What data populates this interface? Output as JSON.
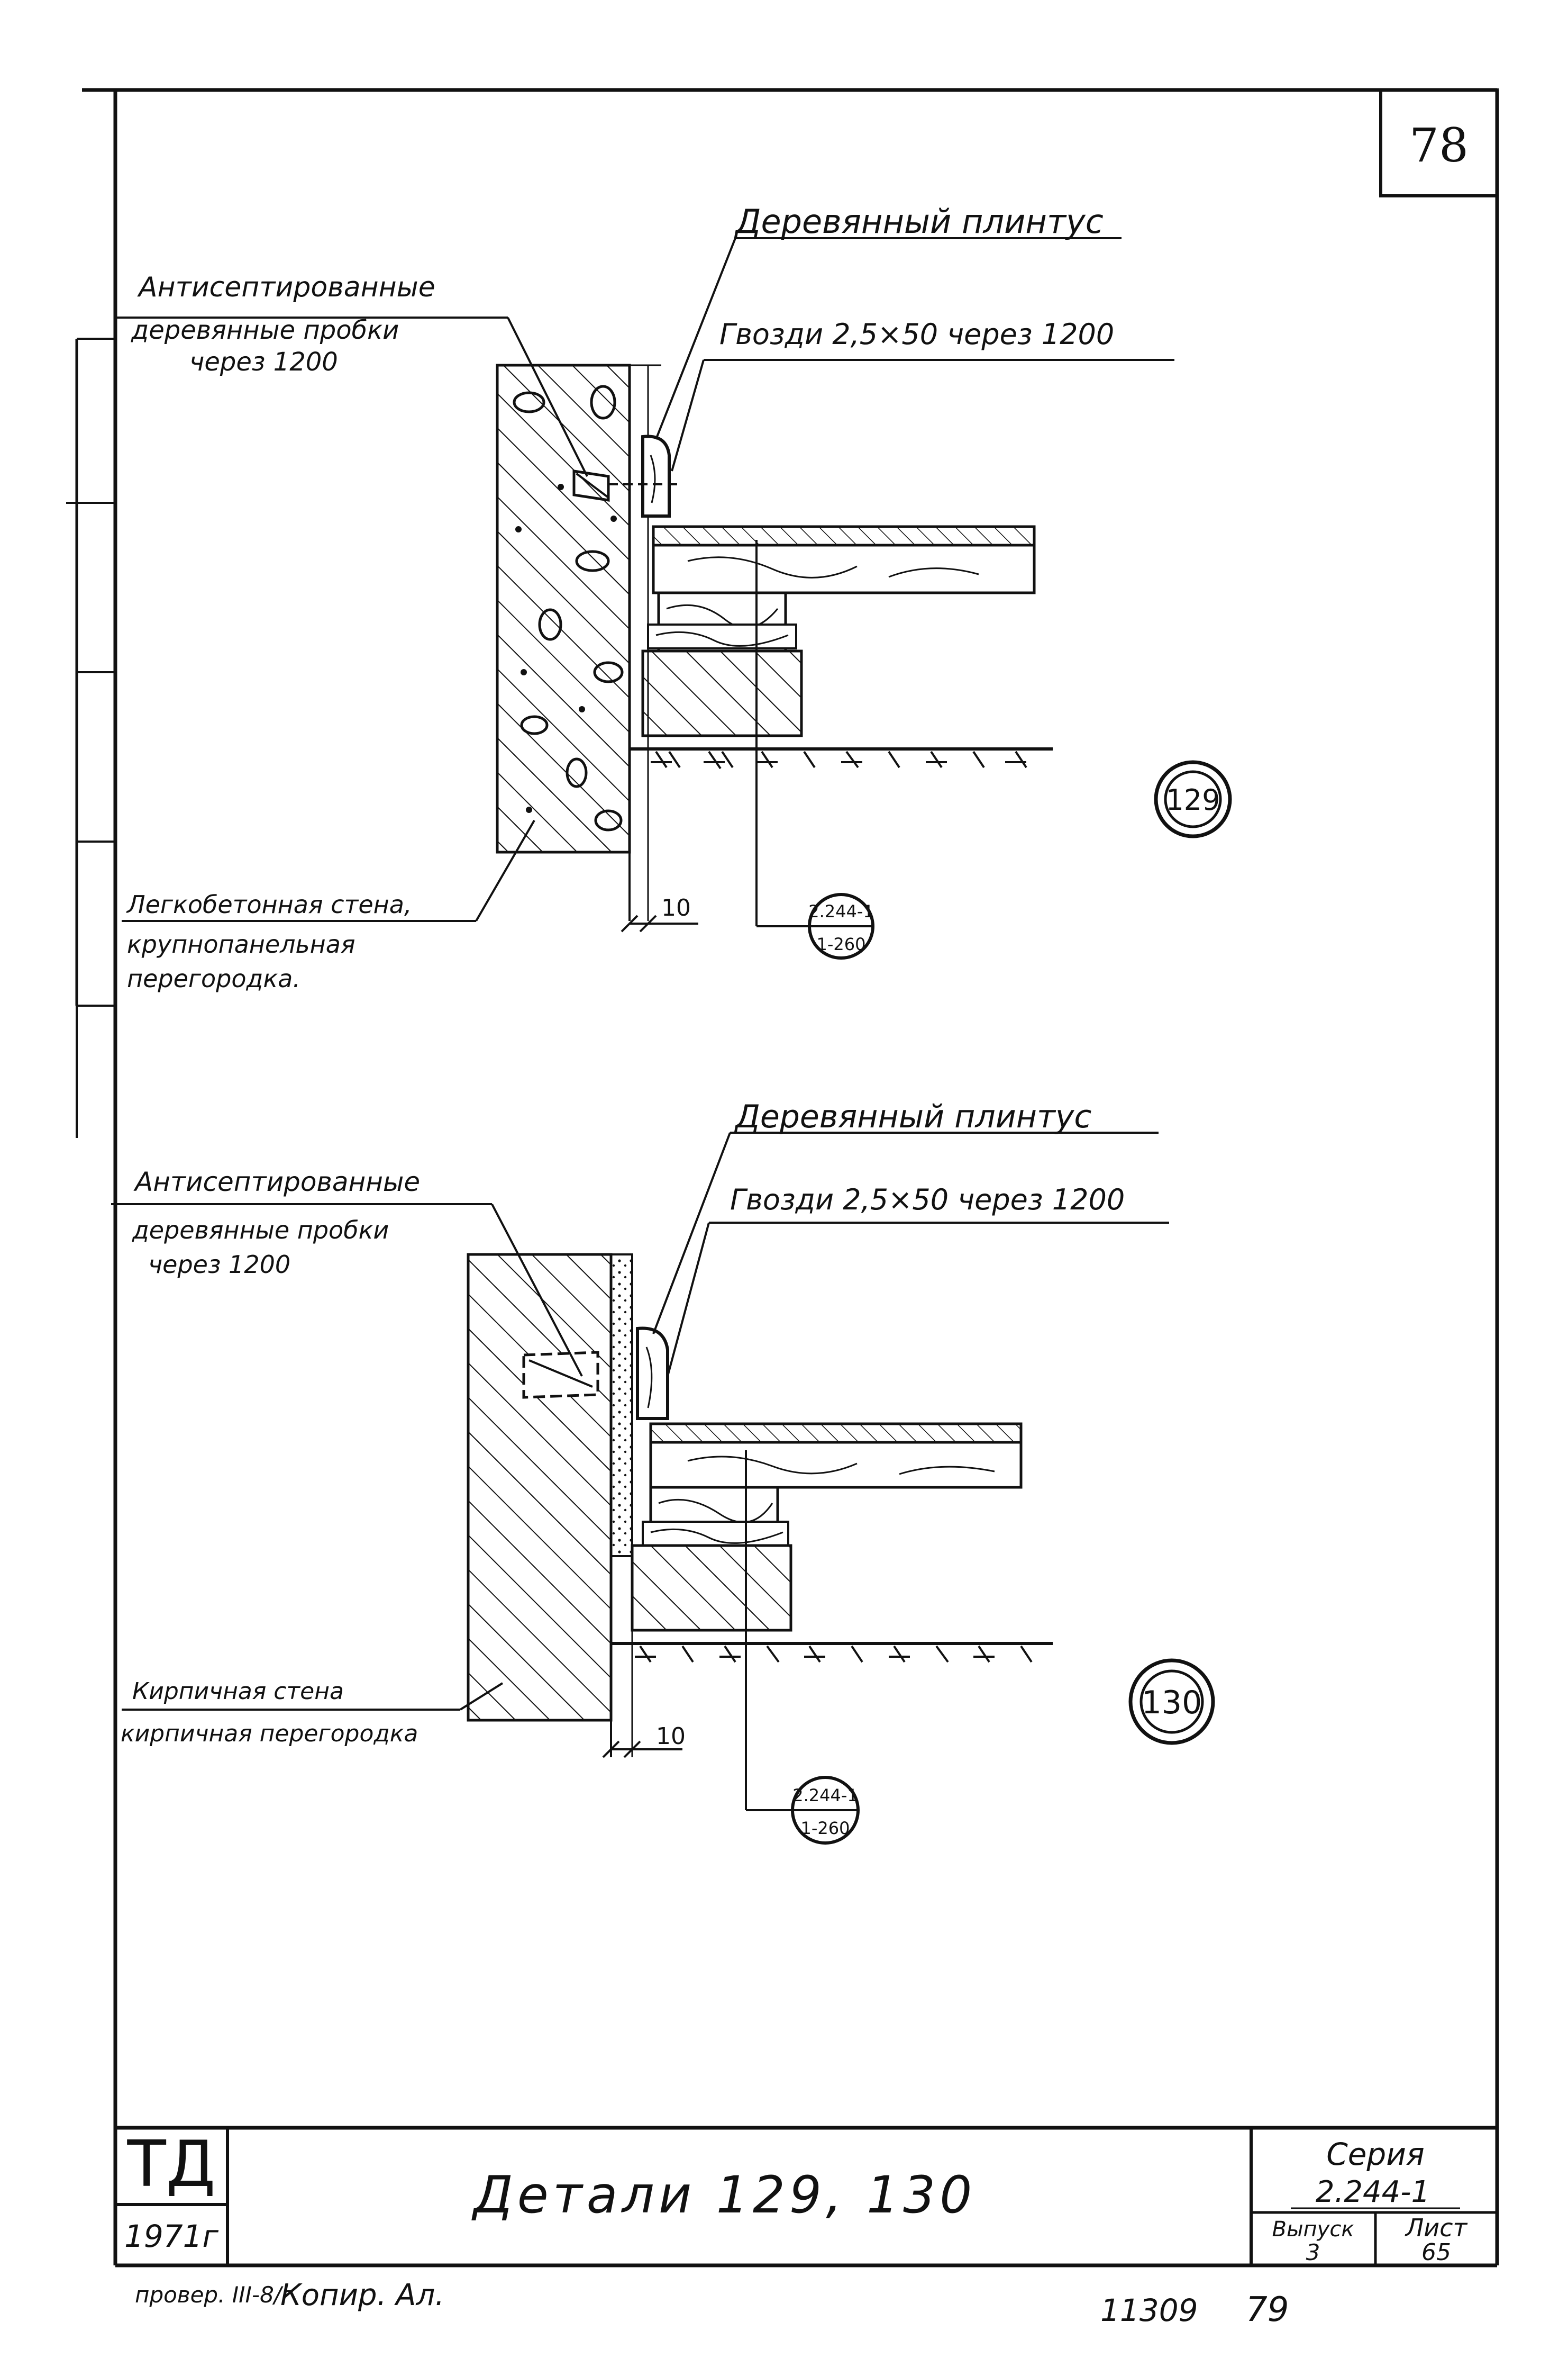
{
  "sheet_number": "78",
  "detail_129": {
    "circle_label": "129",
    "plinth_label": "Деревянный плинтус",
    "nails_label": "Гвозди 2,5×50 через 1200",
    "plugs_line1": "Антисептированные",
    "plugs_line2": "деревянные пробки",
    "plugs_line3": "через 1200",
    "wall_line1": "Легкобетонная стена,",
    "wall_line2": "крупнопанельная",
    "wall_line3": "перегородка.",
    "dim_gap": "10",
    "ref_top": "2.244-1",
    "ref_bottom": "1-260"
  },
  "detail_130": {
    "circle_label": "130",
    "plinth_label": "Деревянный плинтус",
    "nails_label": "Гвозди 2,5×50 через 1200",
    "plugs_line1": "Антисептированные",
    "plugs_line2": "деревянные пробки",
    "plugs_line3": "через 1200",
    "wall_line1": "Кирпичная стена",
    "wall_line2": "кирпичная перегородка",
    "dim_gap": "10",
    "ref_top": "2.244-1",
    "ref_bottom": "1-260"
  },
  "title_block": {
    "org": "ТД",
    "year": "1971г",
    "title": "Детали 129, 130",
    "series_label": "Серия",
    "series_value": "2.244-1",
    "issue_label": "Выпуск",
    "issue_value": "3",
    "sheet_label": "Лист",
    "sheet_value": "65"
  },
  "footer": {
    "copied": "Копир. Ал.",
    "signature": "провер. III-8/г",
    "doc_number": "11309",
    "page": "79"
  }
}
